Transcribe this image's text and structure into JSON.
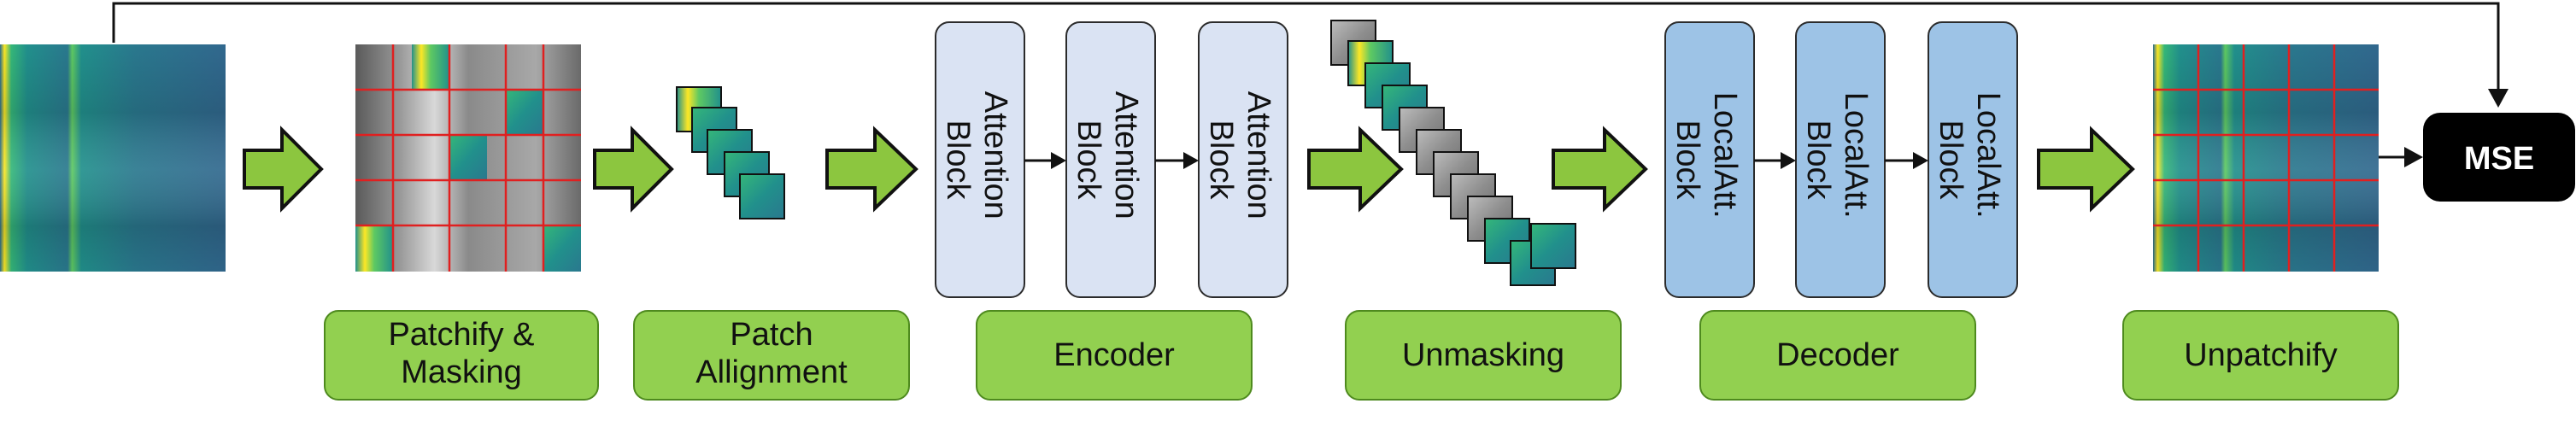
{
  "stages": {
    "patchify": [
      "Patchify &",
      "Masking"
    ],
    "alignment": [
      "Patch",
      "Allignment"
    ],
    "encoder": "Encoder",
    "unmasking": "Unmasking",
    "decoder": "Decoder",
    "unpatchify": "Unpatchify"
  },
  "encoder_blocks": [
    {
      "line1": "Attention",
      "line2": "Block"
    },
    {
      "line1": "Attention",
      "line2": "Block"
    },
    {
      "line1": "Attention",
      "line2": "Block"
    }
  ],
  "decoder_blocks": [
    {
      "line1": "LocalAtt.",
      "line2": "Block"
    },
    {
      "line1": "LocalAtt.",
      "line2": "Block"
    },
    {
      "line1": "LocalAtt.",
      "line2": "Block"
    }
  ],
  "loss": "MSE",
  "colors": {
    "label_fill": "#92d050",
    "label_stroke": "#4e8a1e",
    "arrow_fill": "#8cc63f",
    "encoder_fill": "#dae3f3",
    "decoder_fill": "#9dc3e6",
    "block_stroke": "#2b2b2b",
    "grid_line": "#e02020",
    "mse_fill": "#000000",
    "mse_text": "#ffffff",
    "patch_teal": "#21908c",
    "patch_green": "#35b779",
    "patch_gray": "#9a9a9a"
  }
}
